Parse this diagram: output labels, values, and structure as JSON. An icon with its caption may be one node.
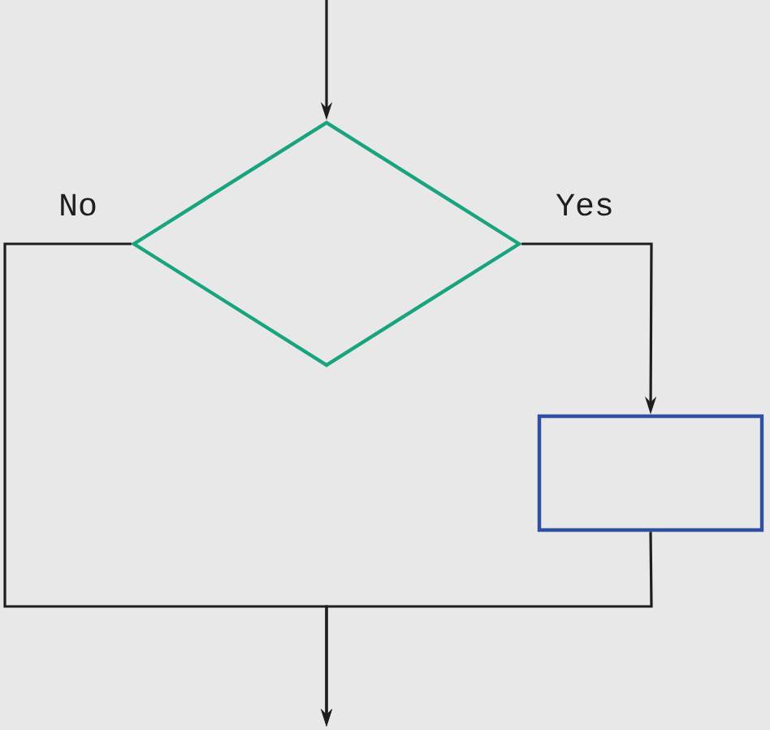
{
  "diagram": {
    "nodes": [
      {
        "text": [],
        "shape": "diamond"
      },
      {
        "text": [],
        "shape": "box"
      }
    ],
    "edges": [
      {
        "from": null,
        "to": 0,
        "arrow": "to"
      },
      {
        "from": 0,
        "to": 1,
        "arrow": "to",
        "label": "Yes"
      },
      {
        "from": 0,
        "to": null,
        "arrow": "to",
        "label": "No"
      },
      {
        "from": 1,
        "to": null,
        "arrow": "to"
      }
    ]
  }
}
